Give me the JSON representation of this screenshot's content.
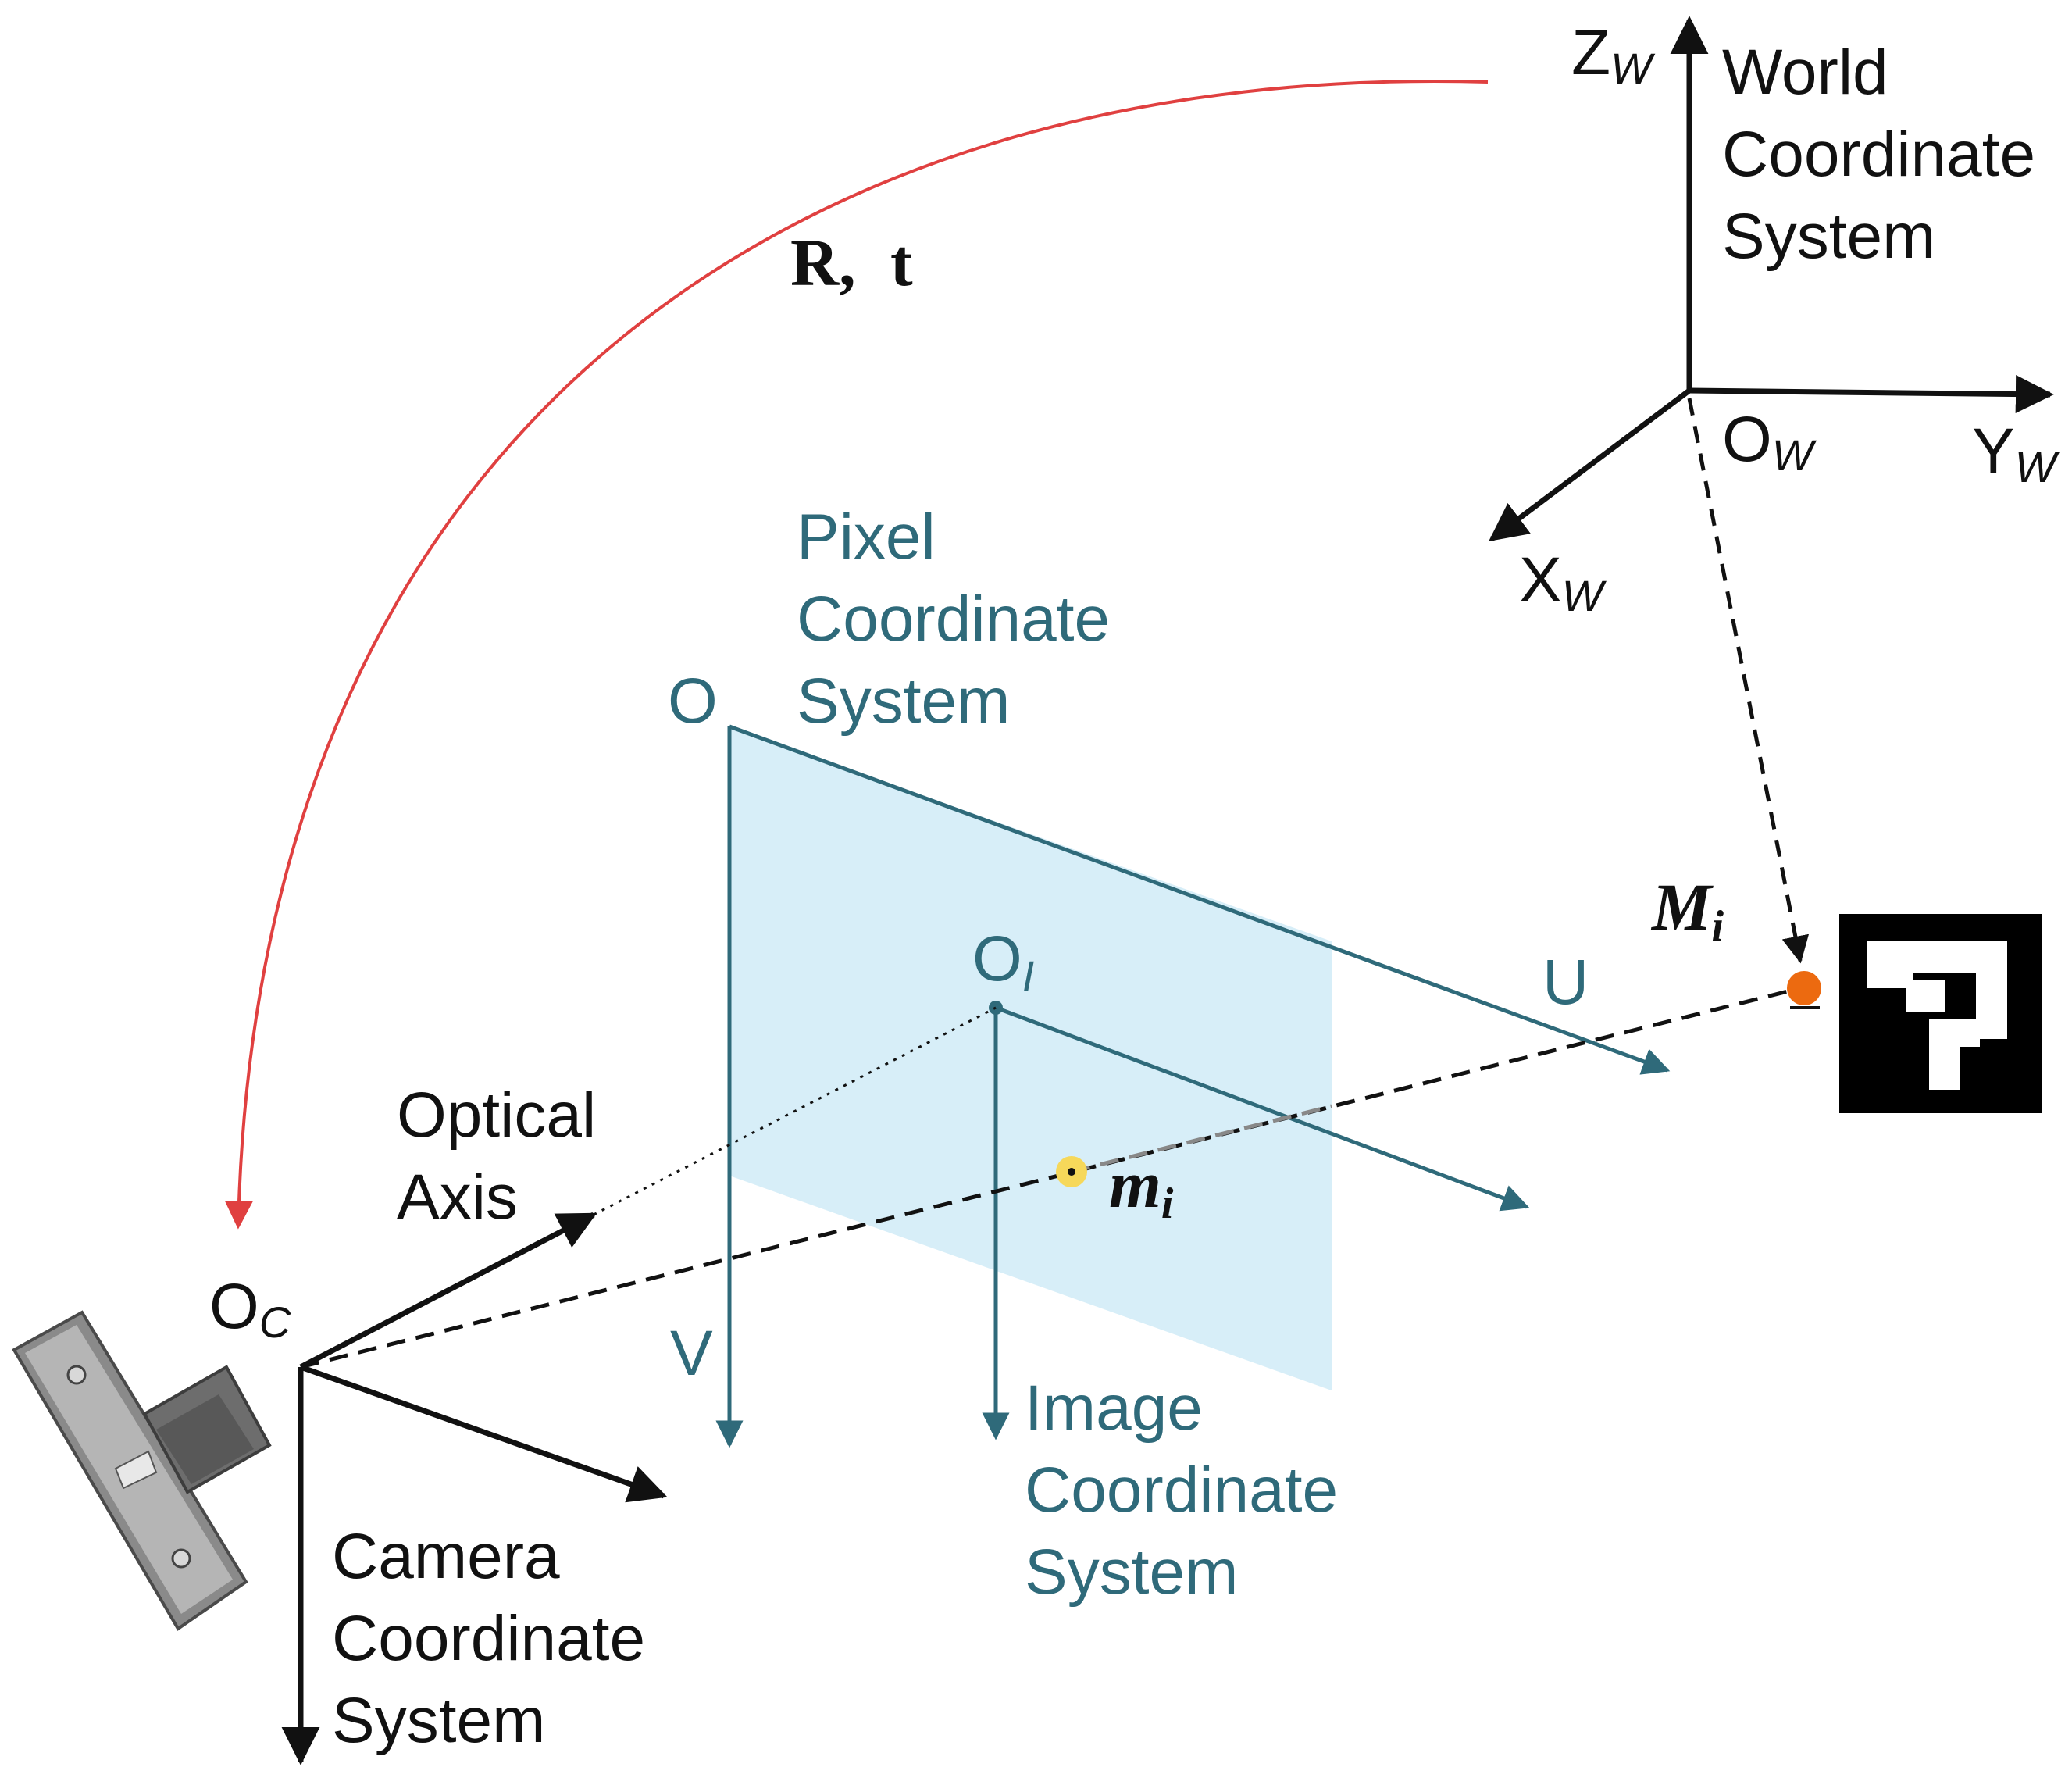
{
  "world": {
    "title_lines": [
      "World",
      "Coordinate",
      "System"
    ],
    "z_axis": "Z",
    "y_axis": "Y",
    "x_axis": "X",
    "origin": "O",
    "subscript": "W"
  },
  "transform": {
    "r_label": "R,",
    "t_label": "t"
  },
  "pixel": {
    "title_lines": [
      "Pixel",
      "Coordinate",
      "System"
    ],
    "origin": "O",
    "u_axis": "U",
    "v_axis": "V"
  },
  "image": {
    "title_lines": [
      "Image",
      "Coordinate",
      "System"
    ],
    "origin": "O",
    "origin_sub": "I"
  },
  "camera": {
    "title_lines": [
      "Camera",
      "Coordinate",
      "System"
    ],
    "origin": "O",
    "origin_sub": "C",
    "optical_axis_lines": [
      "Optical",
      "Axis"
    ]
  },
  "points": {
    "world_point": "M",
    "world_point_sub": "i",
    "image_point": "m",
    "image_point_sub": "i"
  },
  "colors": {
    "teal": "#2f6a7a",
    "plane_fill": "#d3ecf7",
    "red_arc": "#e04040",
    "world_point": "#ec6a10",
    "image_point": "#f6d85a"
  },
  "icons": {
    "camera": "camera-icon",
    "marker": "aruco-marker-icon"
  }
}
